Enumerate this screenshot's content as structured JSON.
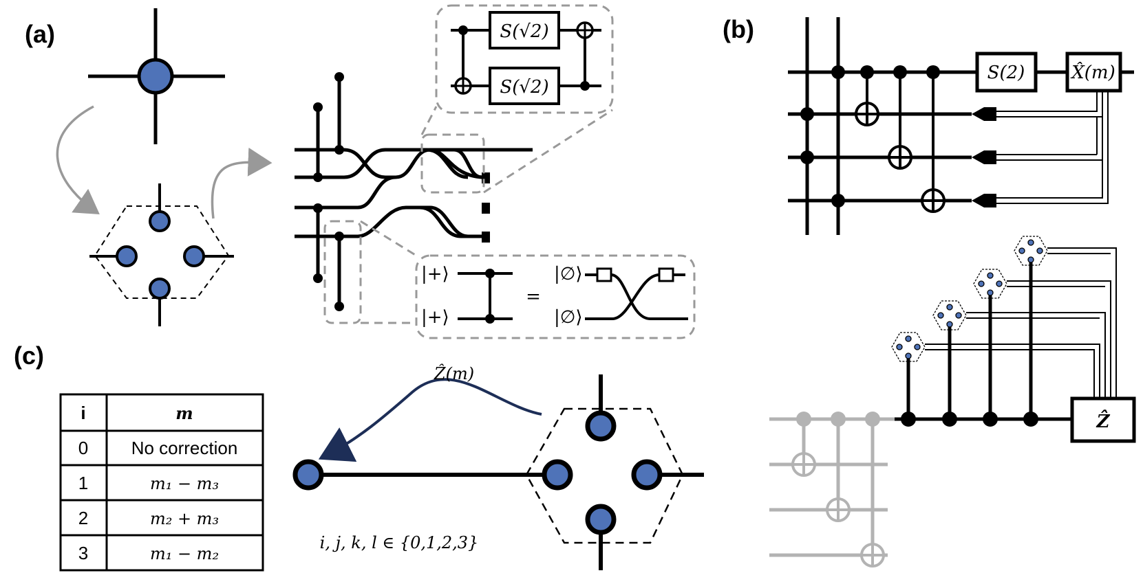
{
  "panels": {
    "a": "(a)",
    "b": "(b)",
    "c": "(c)"
  },
  "panel_a": {
    "squeeze_gate_top": "S(√2)",
    "squeeze_gate_bottom": "S(√2)",
    "ket_plus_top": "|+⟩",
    "ket_plus_bottom": "|+⟩",
    "equals": "=",
    "ket_zero_top": "|∅⟩",
    "ket_zero_bottom": "|∅⟩"
  },
  "panel_b": {
    "squeeze_gate": "S(2)",
    "x_correction": "X̂(m)",
    "z_correction": "Ẑ"
  },
  "panel_c": {
    "z_label": "Ẑ(m)",
    "index_set": "i, j, k, l  ∈ {0,1,2,3}",
    "table": {
      "headers": [
        "i",
        "m"
      ],
      "rows": [
        [
          "0",
          "No correction"
        ],
        [
          "1",
          "m₁ − m₃"
        ],
        [
          "2",
          "m₂ + m₃"
        ],
        [
          "3",
          "m₁ − m₂"
        ]
      ]
    }
  },
  "colors": {
    "node_fill": "#4f73b8",
    "dashed_gray": "#999999",
    "faded_gray": "#b3b3b3",
    "arrow_navy": "#1d2e57"
  }
}
